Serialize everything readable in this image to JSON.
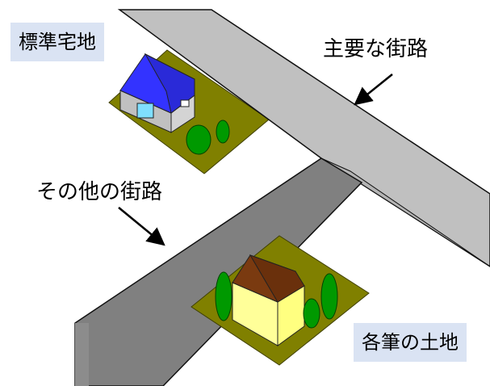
{
  "labels": {
    "standard_lot": "標準宅地",
    "main_street": "主要な街路",
    "other_street": "その他の街路",
    "each_parcel": "各筆の土地"
  },
  "colors": {
    "lot_ground": "#808000",
    "main_street": "#c0c0c0",
    "other_street": "#808080",
    "label_box": "#dae3f3",
    "house1_roof": "#3333ff",
    "house2_roof": "#7a3a10",
    "house2_wall": "#ffff99",
    "tree": "#009900"
  },
  "icons": [
    "house-icon",
    "tree-icon",
    "arrow-icon"
  ]
}
